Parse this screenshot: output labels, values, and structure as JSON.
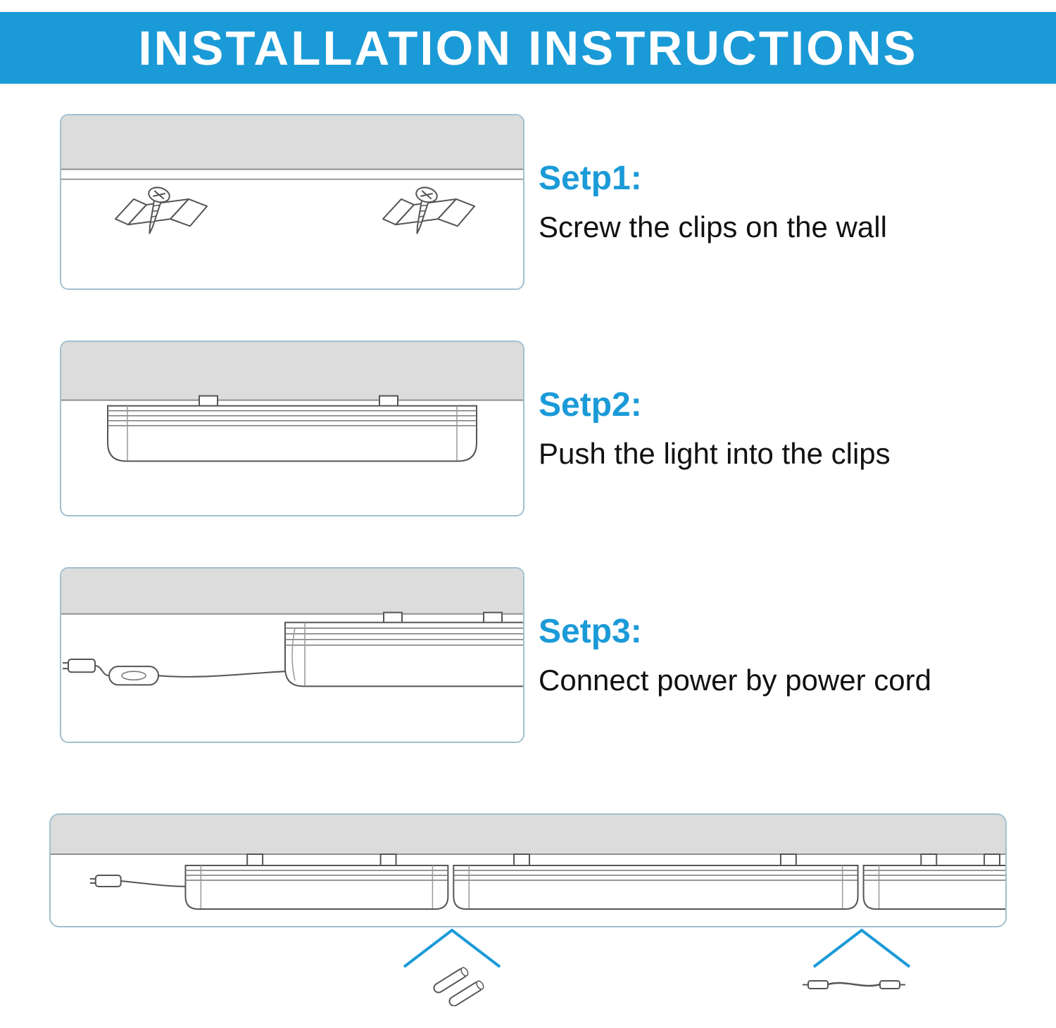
{
  "page": {
    "title": "INSTALLATION INSTRUCTIONS"
  },
  "colors": {
    "accent_blue": "#1b9ad8",
    "panel_gray": "#dcdcdc",
    "line_gray": "#555555",
    "box_border": "#a3bfcf"
  },
  "steps": [
    {
      "label": "Setp1:",
      "description": "Screw the clips on the wall",
      "diagram": "screw-clips-on-wall"
    },
    {
      "label": "Setp2:",
      "description": "Push the light into the clips",
      "diagram": "push-light-into-clips"
    },
    {
      "label": "Setp3:",
      "description": "Connect power by power cord",
      "diagram": "connect-power-by-cord"
    }
  ],
  "footer": {
    "diagram": "lights-linked-in-series",
    "icons": [
      "seamless-pin-connector",
      "connector-cable"
    ]
  }
}
